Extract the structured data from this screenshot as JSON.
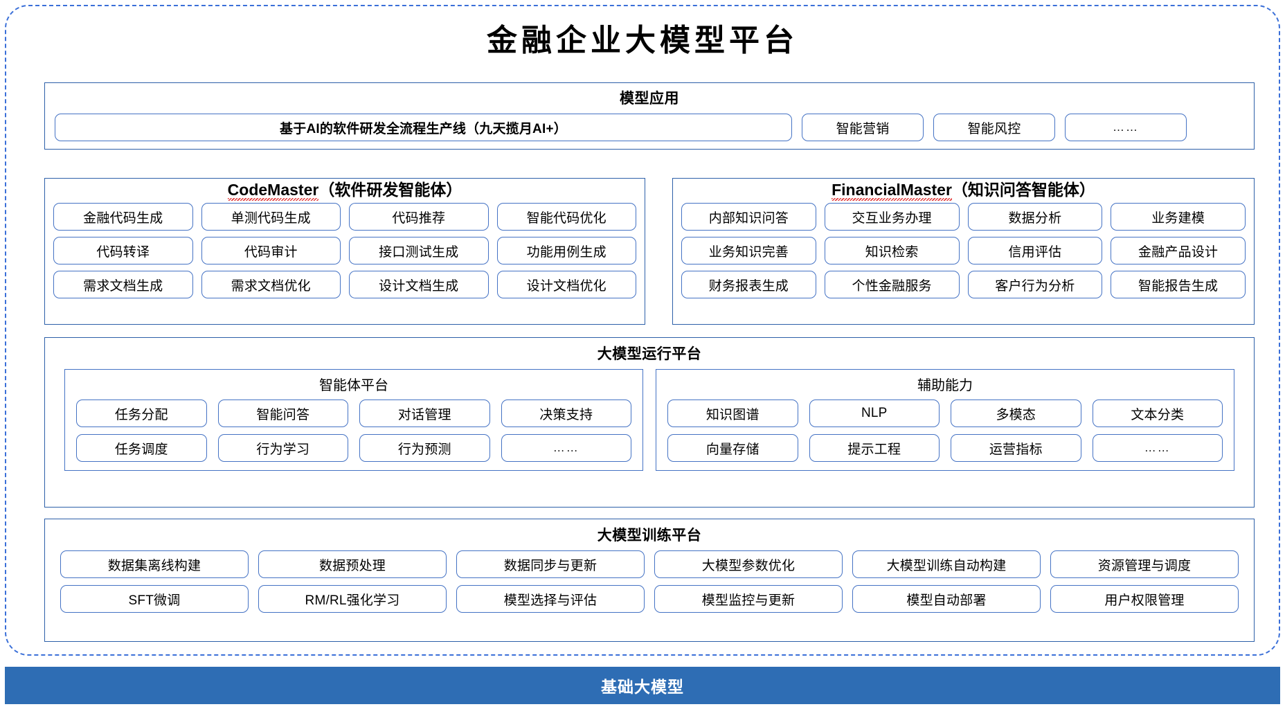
{
  "page": {
    "title": "金融企业大模型平台",
    "colors": {
      "outer_border": "#3a6fd8",
      "section_border": "#2c5fa8",
      "pill_border": "#4472c4",
      "footer_bg": "#2e6db4",
      "spellcheck_underline": "#e03131"
    }
  },
  "applications": {
    "title": "模型应用",
    "primary": "基于AI的软件研发全流程生产线（九天揽月AI+）",
    "items": [
      "智能营销",
      "智能风控",
      "……"
    ]
  },
  "agents": [
    {
      "name_en": "CodeMaster",
      "name_cn": "（软件研发智能体）",
      "items": [
        "金融代码生成",
        "单测代码生成",
        "代码推荐",
        "智能代码优化",
        "代码转译",
        "代码审计",
        "接口测试生成",
        "功能用例生成",
        "需求文档生成",
        "需求文档优化",
        "设计文档生成",
        "设计文档优化"
      ]
    },
    {
      "name_en": "FinancialMaster",
      "name_cn": "（知识问答智能体）",
      "items": [
        "内部知识问答",
        "交互业务办理",
        "数据分析",
        "业务建模",
        "业务知识完善",
        "知识检索",
        "信用评估",
        "金融产品设计",
        "财务报表生成",
        "个性金融服务",
        "客户行为分析",
        "智能报告生成"
      ]
    }
  ],
  "runtime": {
    "title": "大模型运行平台",
    "panels": [
      {
        "title": "智能体平台",
        "items": [
          "任务分配",
          "智能问答",
          "对话管理",
          "决策支持",
          "任务调度",
          "行为学习",
          "行为预测",
          "……"
        ]
      },
      {
        "title": "辅助能力",
        "items": [
          "知识图谱",
          "NLP",
          "多模态",
          "文本分类",
          "向量存储",
          "提示工程",
          "运营指标",
          "……"
        ]
      }
    ]
  },
  "training": {
    "title": "大模型训练平台",
    "items": [
      "数据集离线构建",
      "数据预处理",
      "数据同步与更新",
      "大模型参数优化",
      "大模型训练自动构建",
      "资源管理与调度",
      "SFT微调",
      "RM/RL强化学习",
      "模型选择与评估",
      "模型监控与更新",
      "模型自动部署",
      "用户权限管理"
    ]
  },
  "footer": {
    "label": "基础大模型"
  }
}
